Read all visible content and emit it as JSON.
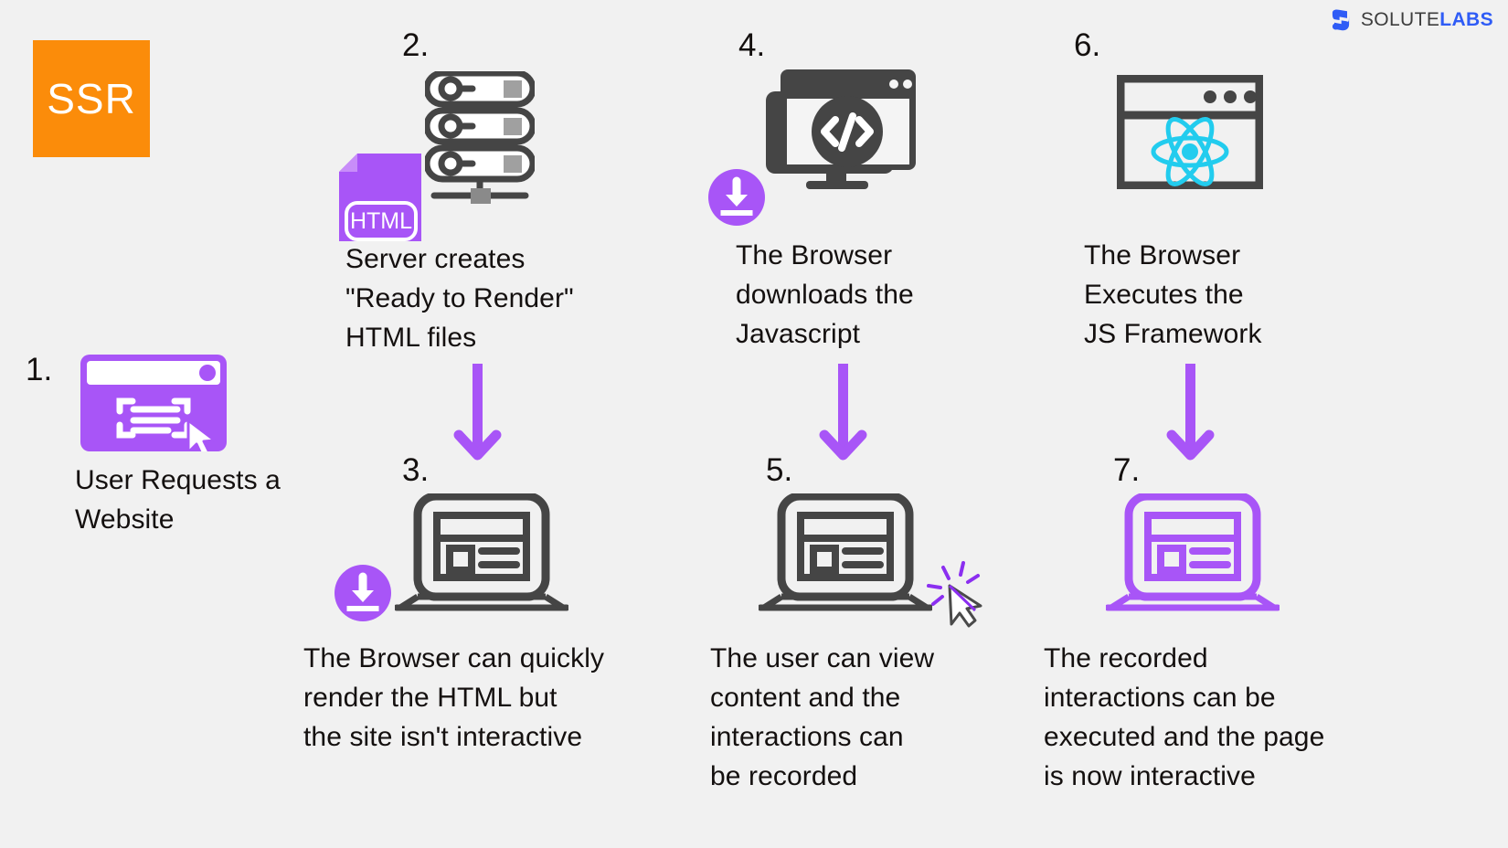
{
  "brand": {
    "logo_solute": "SOLUTE",
    "logo_labs": "LABS",
    "logo_mark_name": "solutelabs-s-mark",
    "badge_label": "SSR",
    "badge_color": "#fb8c0a",
    "accent_purple": "#a855f7",
    "dark_gray": "#454545",
    "react_cyan": "#22ccee",
    "background": "#f1f1f1"
  },
  "steps": [
    {
      "number": "1.",
      "caption": "User Requests a\nWebsite",
      "icon": "browser-window-purple-icon"
    },
    {
      "number": "2.",
      "caption": "Server creates\n\"Ready to Render\"\nHTML files",
      "icon": "server-rack-icon",
      "sub_icon": "html-file-icon",
      "sub_icon_label": "HTML"
    },
    {
      "number": "3.",
      "caption": "The Browser can quickly\nrender the HTML but\nthe site isn't interactive",
      "icon": "laptop-dark-icon",
      "sub_icon": "download-badge-icon"
    },
    {
      "number": "4.",
      "caption": "The Browser\ndownloads the\nJavascript",
      "icon": "monitor-code-icon",
      "sub_icon": "download-badge-icon"
    },
    {
      "number": "5.",
      "caption": "The user can view\ncontent and the\ninteractions can\nbe recorded",
      "icon": "laptop-dark-icon",
      "sub_icon": "cursor-click-burst-icon"
    },
    {
      "number": "6.",
      "caption": "The Browser\nExecutes the\nJS Framework",
      "icon": "browser-react-icon"
    },
    {
      "number": "7.",
      "caption": "The recorded\ninteractions can be\nexecuted and the page\nis now interactive",
      "icon": "laptop-purple-icon"
    }
  ],
  "arrows": [
    {
      "name": "arrow-step2-to-step3",
      "direction": "down"
    },
    {
      "name": "arrow-step4-to-step5",
      "direction": "down"
    },
    {
      "name": "arrow-step6-to-step7",
      "direction": "down"
    }
  ]
}
